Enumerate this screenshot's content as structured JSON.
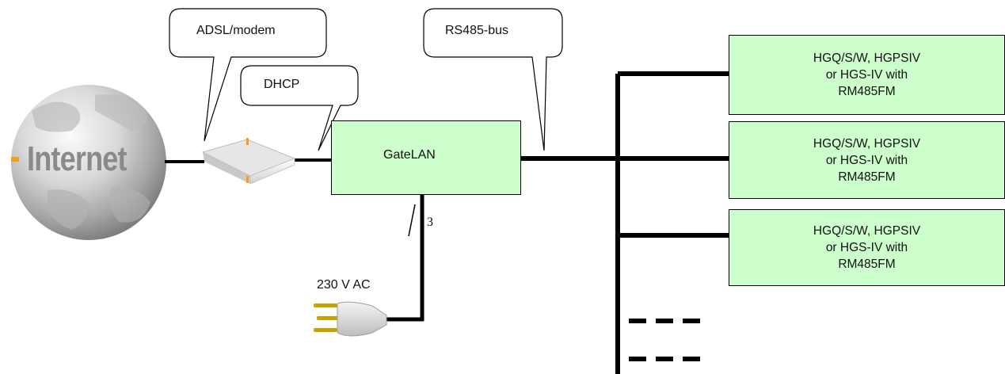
{
  "callouts": {
    "adsl_modem": "ADSL/modem",
    "dhcp": "DHCP",
    "rs485_bus": "RS485-bus"
  },
  "internet": {
    "label": "Internet"
  },
  "gatelan": {
    "label": "GateLAN"
  },
  "power": {
    "wire_count": "3",
    "supply_label": "230 V AC"
  },
  "devices": [
    {
      "line1": "HGQ/S/W, HGPSIV",
      "line2": "or HGS-IV with",
      "line3": "RM485FM"
    },
    {
      "line1": "HGQ/S/W, HGPSIV",
      "line2": "or HGS-IV with",
      "line3": "RM485FM"
    },
    {
      "line1": "HGQ/S/W, HGPSIV",
      "line2": "or HGS-IV with",
      "line3": "RM485FM"
    }
  ],
  "colors": {
    "box_fill": "#ccffcc",
    "line": "#000000",
    "globe": "#a8a8a8",
    "modem_accent": "#f0a020"
  },
  "icons": [
    "globe-icon",
    "modem-icon",
    "power-plug-icon"
  ]
}
